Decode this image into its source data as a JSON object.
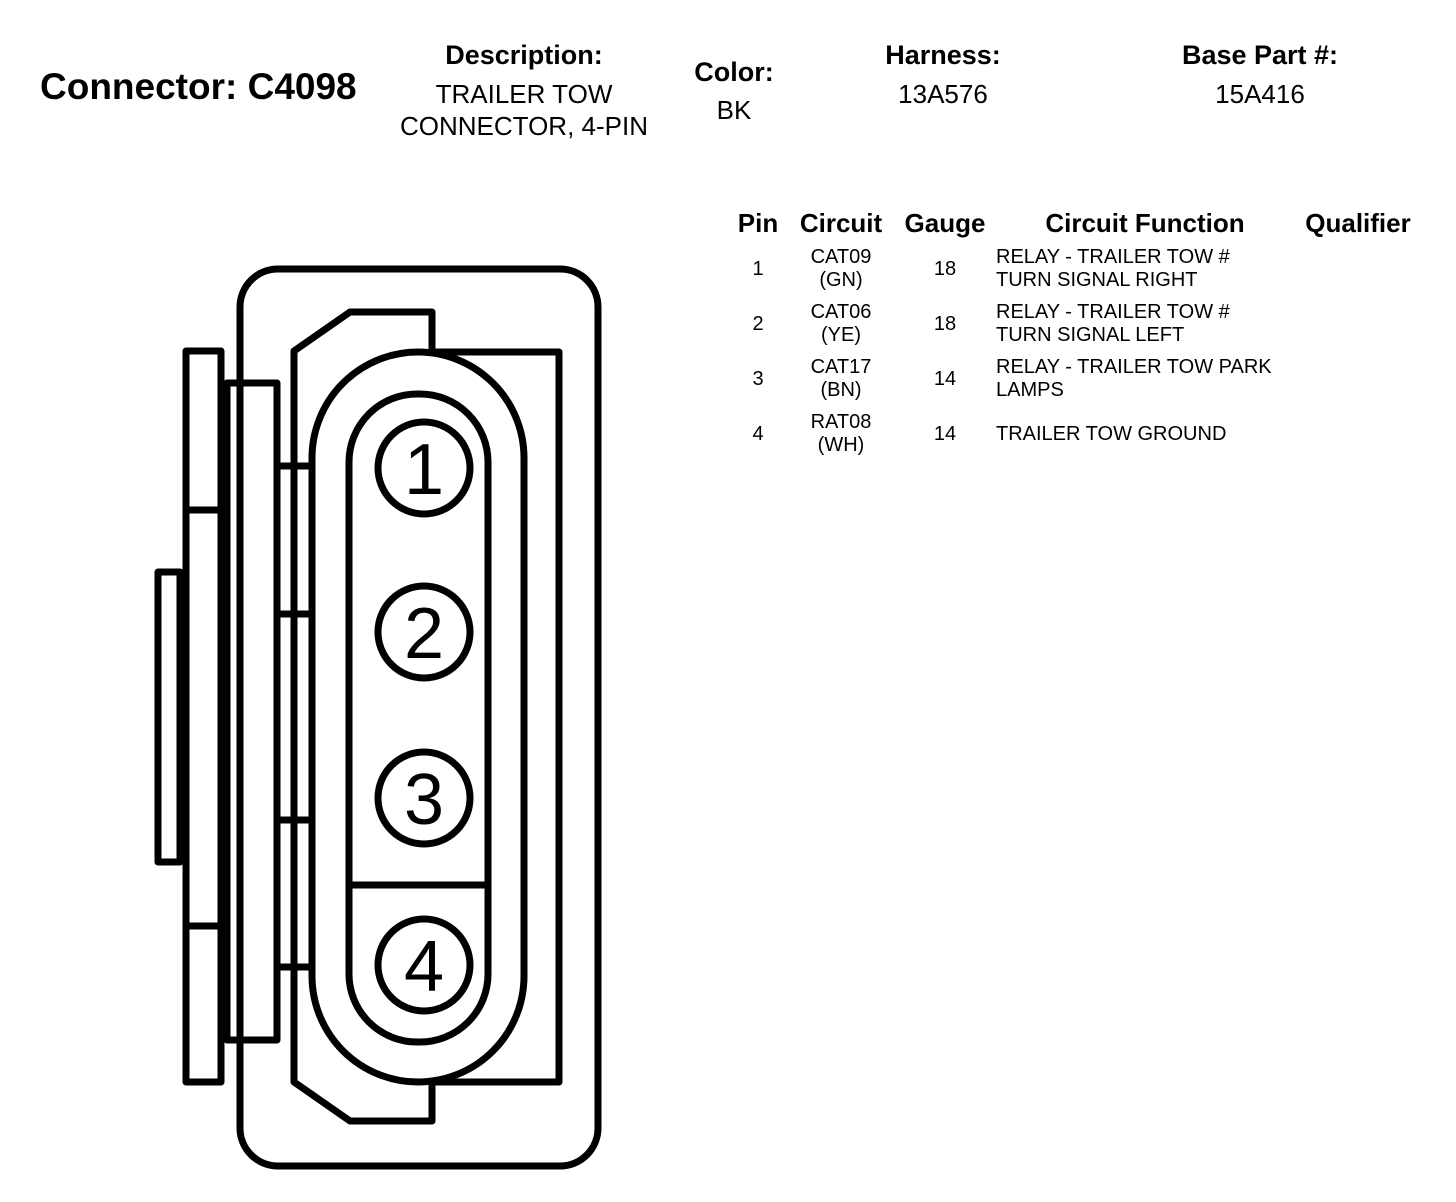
{
  "header": {
    "connector_title": "Connector: C4098",
    "description_label": "Description:",
    "description_lines": [
      "TRAILER TOW",
      "CONNECTOR, 4-PIN"
    ],
    "color_label": "Color:",
    "color_value": "BK",
    "harness_label": "Harness:",
    "harness_value": "13A576",
    "base_part_label": "Base Part #:",
    "base_part_value": "15A416"
  },
  "table": {
    "columns": {
      "pin": "Pin",
      "circuit": "Circuit",
      "gauge": "Gauge",
      "function": "Circuit Function",
      "qualifier": "Qualifier"
    },
    "rows": [
      {
        "pin": "1",
        "circuit": [
          "CAT09",
          "(GN)"
        ],
        "gauge": "18",
        "function": [
          "RELAY - TRAILER TOW #",
          "TURN SIGNAL RIGHT"
        ],
        "qualifier": ""
      },
      {
        "pin": "2",
        "circuit": [
          "CAT06",
          "(YE)"
        ],
        "gauge": "18",
        "function": [
          "RELAY - TRAILER TOW #",
          "TURN SIGNAL LEFT"
        ],
        "qualifier": ""
      },
      {
        "pin": "3",
        "circuit": [
          "CAT17",
          "(BN)"
        ],
        "gauge": "14",
        "function": [
          "RELAY - TRAILER TOW PARK",
          "LAMPS"
        ],
        "qualifier": ""
      },
      {
        "pin": "4",
        "circuit": [
          "RAT08",
          "(WH)"
        ],
        "gauge": "14",
        "function": [
          "TRAILER TOW GROUND"
        ],
        "qualifier": ""
      }
    ]
  },
  "diagram": {
    "pin_labels": [
      "1",
      "2",
      "3",
      "4"
    ]
  }
}
